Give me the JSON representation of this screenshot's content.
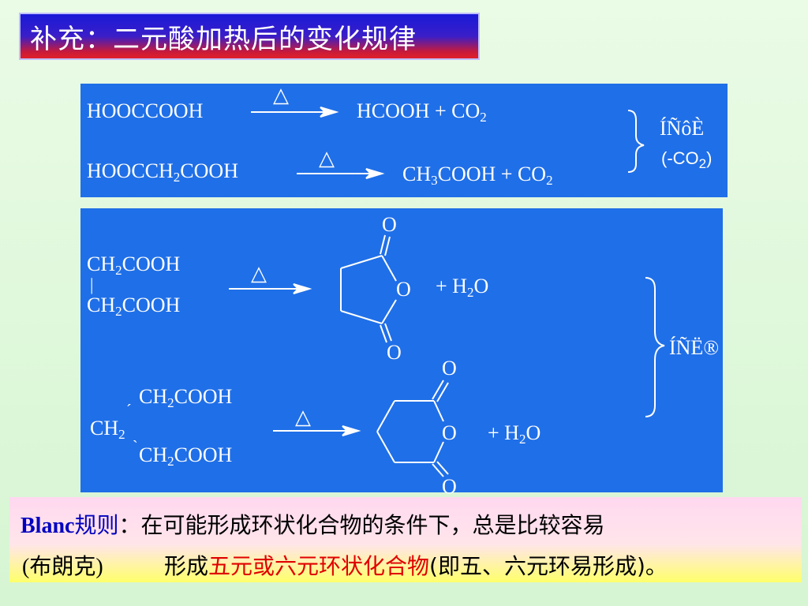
{
  "title": "补充：二元酸加热后的变化规律",
  "panel1": {
    "heat_symbol": "△",
    "eq1": {
      "reactant": "HOOCCOOH",
      "product": "HCOOH  +  CO",
      "product_sub": "2"
    },
    "eq2": {
      "reactant_a": "HOOCCH",
      "reactant_sub": "2",
      "reactant_b": "COOH",
      "product_a": "CH",
      "product_sub1": "3",
      "product_b": "COOH  +  CO",
      "product_sub2": "2"
    },
    "side_label": "ÍÑôÈ",
    "side_note_a": "(-CO",
    "side_note_sub": "2",
    "side_note_b": ")"
  },
  "panel2": {
    "heat_symbol": "△",
    "succinic": {
      "line1_a": "CH",
      "line1_sub": "2",
      "line1_b": "COOH",
      "bond": "|",
      "line2_a": "CH",
      "line2_sub": "2",
      "line2_b": "COOH"
    },
    "anhydride5": {
      "o_top": "O",
      "o_ring": "O",
      "o_bottom": "O"
    },
    "water1": {
      "a": "+  H",
      "sub": "2",
      "b": "O"
    },
    "glutaric": {
      "top_a": "CH",
      "top_sub": "2",
      "top_b": "COOH",
      "mid_a": "CH",
      "mid_sub": "2",
      "bot_a": "CH",
      "bot_sub": "2",
      "bot_b": "COOH",
      "bond_top": "´",
      "bond_bot": "`"
    },
    "anhydride6": {
      "o_top": "O",
      "o_ring": "O",
      "o_bottom": "O"
    },
    "water2": {
      "a": "+  H",
      "sub": "2",
      "b": "O"
    },
    "side_label": "ÍÑË®"
  },
  "rule": {
    "name": "Blanc",
    "name_cn": "规则",
    "colon": "：",
    "line1_text": "在可能形成环状化合物的条件下，总是比较容易",
    "alias": "(布朗克)",
    "line2_a": "形成",
    "line2_red": "五元或六元环状化合物",
    "line2_b": "(即五、六元环易形成)。"
  },
  "colors": {
    "panel_bg": "#1f6fe8",
    "title_gradient_top": "#1a1ad8",
    "title_gradient_bottom": "#e0202a",
    "rule_highlight": "#e00000",
    "rule_name": "#0000c0"
  }
}
